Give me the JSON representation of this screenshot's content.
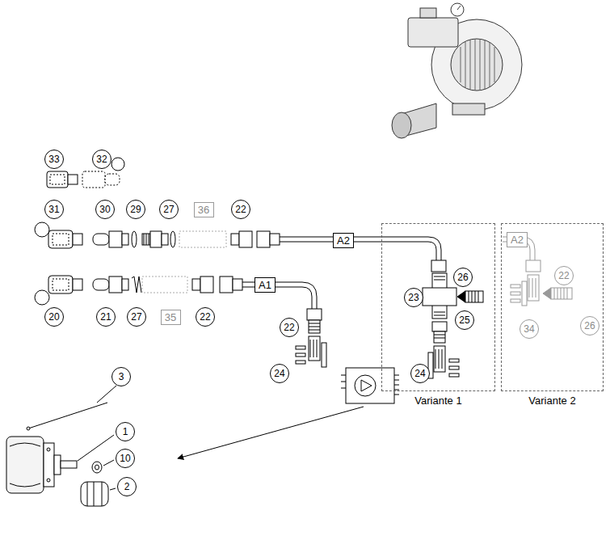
{
  "diagram": {
    "nodes": [
      {
        "text": [
          "33"
        ]
      },
      {
        "text": [
          "32"
        ]
      },
      {
        "text": [
          "31"
        ]
      },
      {
        "text": [
          "30"
        ]
      },
      {
        "text": [
          "29"
        ]
      },
      {
        "text": [
          "27"
        ]
      },
      {
        "text": [
          "36"
        ]
      },
      {
        "text": [
          "22"
        ]
      },
      {
        "text": [
          "A2"
        ]
      },
      {
        "text": [
          "Variante 1"
        ]
      },
      {
        "text": [
          "26"
        ],
        "in": 9
      },
      {
        "text": [
          "23"
        ],
        "in": 9
      },
      {
        "text": [
          "25"
        ],
        "in": 9
      },
      {
        "text": [
          "24"
        ],
        "in": 9
      },
      {
        "text": [
          "Variante 2"
        ]
      },
      {
        "text": [
          "A2"
        ],
        "in": 14
      },
      {
        "text": [
          "22"
        ],
        "in": 14
      },
      {
        "text": [
          "34"
        ],
        "in": 14
      },
      {
        "text": [
          "26"
        ],
        "in": 14
      },
      {
        "text": [
          "A1"
        ]
      },
      {
        "text": [
          "22"
        ]
      },
      {
        "text": [
          "24"
        ]
      },
      {
        "text": [
          "20"
        ]
      },
      {
        "text": [
          "21"
        ]
      },
      {
        "text": [
          "27"
        ]
      },
      {
        "text": [
          "35"
        ]
      },
      {
        "text": [
          "22"
        ]
      },
      {
        "text": [
          "3"
        ]
      },
      {
        "text": [
          "1"
        ]
      },
      {
        "text": [
          "10"
        ]
      },
      {
        "text": [
          "2"
        ]
      }
    ]
  }
}
